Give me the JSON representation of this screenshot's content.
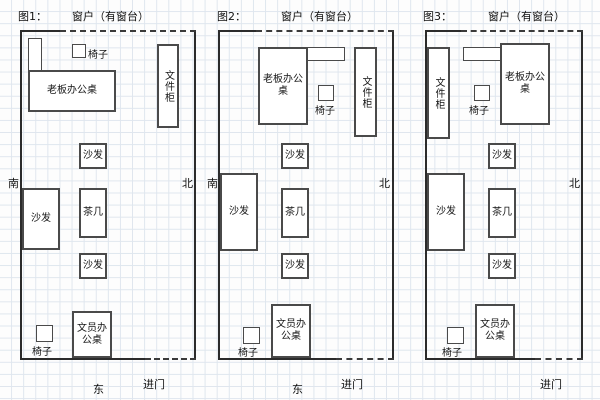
{
  "diagram": {
    "title_texts": {
      "window": "窗户（有窗台）"
    },
    "figures": [
      {
        "id": "fig1",
        "index_label": "图1：",
        "window_label": "窗户（有窗台）",
        "compass": {
          "left": "南",
          "right": "北"
        },
        "bottom_labels": {
          "east": "东",
          "door": "进门"
        },
        "furniture": {
          "boss_desk": "老板办公桌",
          "boss_desk_stub": "",
          "chair_top": "椅子",
          "file_cabinet": "文件柜",
          "sofa_top": "沙发",
          "sofa_left": "沙发",
          "tea_table": "茶几",
          "sofa_bottom": "沙发",
          "clerk_desk": "文员办公桌",
          "chair_bottom": "椅子"
        }
      },
      {
        "id": "fig2",
        "index_label": "图2：",
        "window_label": "窗户（有窗台）",
        "compass": {
          "left": "南",
          "right": "北"
        },
        "bottom_labels": {
          "east": "东",
          "door": "进门"
        },
        "furniture": {
          "boss_desk": "老板办公桌",
          "boss_desk_stub": "",
          "chair_top": "椅子",
          "file_cabinet": "文件柜",
          "sofa_top": "沙发",
          "sofa_left": "沙发",
          "tea_table": "茶几",
          "sofa_bottom": "沙发",
          "clerk_desk": "文员办公桌",
          "chair_bottom": "椅子"
        }
      },
      {
        "id": "fig3",
        "index_label": "图3：",
        "window_label": "窗户（有窗台）",
        "compass": {
          "left": "",
          "right": "北"
        },
        "bottom_labels": {
          "east": "",
          "door": "进门"
        },
        "furniture": {
          "boss_desk": "老板办公桌",
          "boss_desk_stub": "",
          "chair_top": "椅子",
          "file_cabinet": "文件柜",
          "sofa_top": "沙发",
          "sofa_left": "沙发",
          "tea_table": "茶几",
          "sofa_bottom": "沙发",
          "clerk_desk": "文员办公桌",
          "chair_bottom": "椅子"
        }
      }
    ],
    "colors": {
      "grid": "#dfe6ee",
      "wall": "#2b2b2b",
      "furniture_stroke": "#4a4a4a",
      "text": "#161616",
      "background": "#fdfdfd"
    }
  }
}
